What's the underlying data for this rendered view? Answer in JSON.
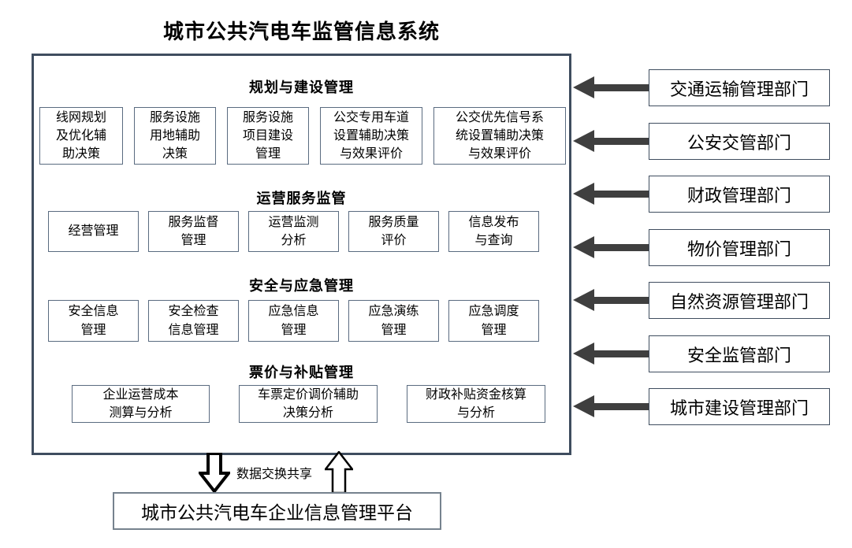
{
  "title": "城市公共汽电车监管信息系统",
  "system": {
    "sections": [
      {
        "heading": "规划与建设管理",
        "items": [
          "线网规划\n及优化辅\n助决策",
          "服务设施\n用地辅助\n决策",
          "服务设施\n项目建设\n管理",
          "公交专用车道\n设置辅助决策\n与效果评价",
          "公交优先信号系\n统设置辅助决策\n与效果评价"
        ]
      },
      {
        "heading": "运营服务监管",
        "items": [
          "经营管理",
          "服务监督\n管理",
          "运营监测\n分析",
          "服务质量\n评价",
          "信息发布\n与查询"
        ]
      },
      {
        "heading": "安全与应急管理",
        "items": [
          "安全信息\n管理",
          "安全检查\n信息管理",
          "应急信息\n管理",
          "应急演练\n管理",
          "应急调度\n管理"
        ]
      },
      {
        "heading": "票价与补贴管理",
        "items": [
          "企业运营成本\n测算与分析",
          "车票定价调价辅助\n决策分析",
          "财政补贴资金核算\n与分析"
        ]
      }
    ]
  },
  "departments": [
    "交通运输管理部门",
    "公安交管部门",
    "财政管理部门",
    "物价管理部门",
    "自然资源管理部门",
    "安全监管部门",
    "城市建设管理部门"
  ],
  "bottom": {
    "exchange_label": "数据交换共享",
    "platform": "城市公共汽电车企业信息管理平台"
  },
  "colors": {
    "frame": "#3f4d5f",
    "box_border": "#5a6b80",
    "arrow": "#3f3f3f",
    "text": "#000000",
    "platform_border": "#76828e"
  }
}
